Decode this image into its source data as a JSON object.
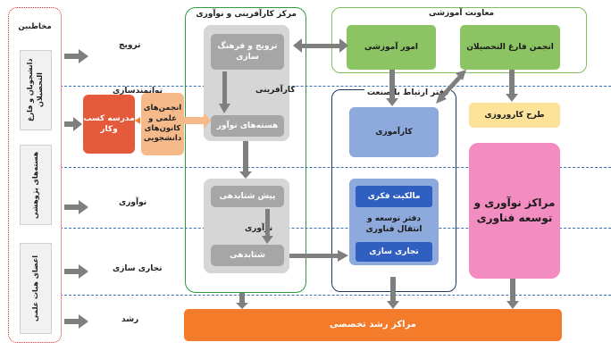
{
  "left_panel": {
    "title": "مخاطبین",
    "items": [
      "دانشجویان و فارغ التحصیلان",
      "هسته‌های پژوهشی",
      "اعضای هیات علمی"
    ]
  },
  "rows": {
    "promotion": "ترویج",
    "empowerment": "توانمندسازی",
    "innovation": "نوآوری",
    "commercialization": "تجاری سازی",
    "growth": "رشد"
  },
  "center_group": {
    "title": "مرکز کارآفرینی و نوآوری",
    "promotion_box": "ترویج و فرهنگ سازی",
    "entrepreneurship_label": "کارآفرینی",
    "innovation_cores": "هسته‌های نوآور",
    "pre_incubator": "پیش شتابدهی",
    "innovation_label": "نوآوری",
    "accelerator": "شتابدهی"
  },
  "business_school": "مدرسه کسب وکار",
  "associations": "انجمن‌های علمی و کانون‌های دانشجویی",
  "deputy_group": {
    "title": "معاونت آموزشی",
    "education_affairs": "امور آموزشی",
    "alumni_association": "انجمن فارغ التحصیلان"
  },
  "industry_office": {
    "title": "دفتر ارتباط با صنعت",
    "internship": "کارآموزی",
    "ip": "مالکیت فکری",
    "tech_transfer": "دفتر توسعه و انتقال فناوری",
    "commercial": "تجاری سازی"
  },
  "internship_project": "طرح کاروروزی",
  "innovation_centers": "مراکز نوآوری و توسعه فناوری",
  "growth_center": "مراکز رشد تخصصی",
  "colors": {
    "arrow": "#7f7f7f",
    "center_border": "#2f9d3f",
    "deputy_border": "#7fbf5a",
    "deputy_box": "#8cc464",
    "office_border": "#1f3864",
    "office_box": "#8eaadc",
    "blue_box": "#2f5fc0",
    "gray_panel": "#d6d6d6",
    "gray_box": "#a6a6a6",
    "red_box": "#e45a3a",
    "peach_box": "#f5b98a",
    "yellow_box": "#fde39a",
    "pink_box": "#f38cc0",
    "orange_bar": "#f47b2a",
    "left_border": "#d62828",
    "dashed": "#3a6fb0"
  }
}
